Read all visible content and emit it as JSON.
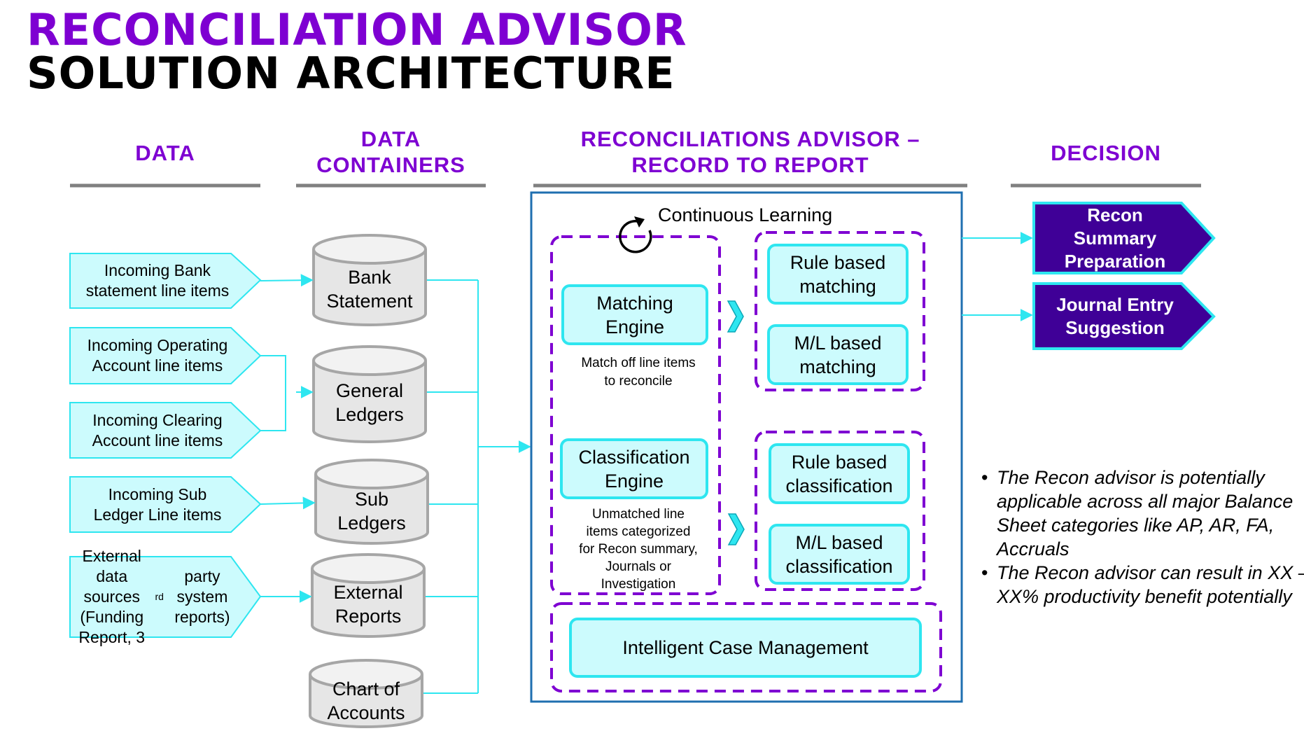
{
  "title": {
    "line1": "RECONCILIATION ADVISOR",
    "line2": "SOLUTION ARCHITECTURE"
  },
  "columns": {
    "data": "DATA",
    "containers": "DATA\nCONTAINERS",
    "advisor": "RECONCILIATIONS ADVISOR –\nRECORD TO REPORT",
    "decision": "DECISION"
  },
  "data_sources": [
    "Incoming Bank\nstatement line items",
    "Incoming Operating\nAccount line items",
    "Incoming Clearing\nAccount line items",
    "Incoming Sub\nLedger Line items",
    "External data\nsources (Funding\nReport, 3rd party\nsystem reports)"
  ],
  "containers": [
    "Bank\nStatement",
    "General\nLedgers",
    "Sub\nLedgers",
    "External\nReports",
    "Chart of\nAccounts"
  ],
  "advisor": {
    "continuous_learning": "Continuous Learning",
    "matching_engine": "Matching\nEngine",
    "matching_desc": "Match off line items\nto reconcile",
    "classification_engine": "Classification\nEngine",
    "classification_desc": "Unmatched line\nitems categorized\nfor Recon summary,\nJournals or\nInvestigation",
    "rule_matching": "Rule based\nmatching",
    "ml_matching": "M/L based\nmatching",
    "rule_classification": "Rule based\nclassification",
    "ml_classification": "M/L based\nclassification",
    "case_management": "Intelligent Case Management"
  },
  "decisions": [
    "Recon\nSummary\nPreparation",
    "Journal Entry\nSuggestion"
  ],
  "notes": [
    "The Recon advisor is potentially applicable across all major Balance Sheet categories like AP, AR, FA, Accruals",
    "The Recon advisor can result in XX – XX% productivity benefit potentially"
  ],
  "colors": {
    "purple": "#7e00d2",
    "dark_purple": "#3f0097",
    "cyan": "#2ee6f0",
    "light_cyan": "#ccfbfd",
    "advisor_border": "#1f6fb0",
    "divider": "#808080"
  },
  "icons": [
    "refresh-icon",
    "chevron-right-icon"
  ]
}
